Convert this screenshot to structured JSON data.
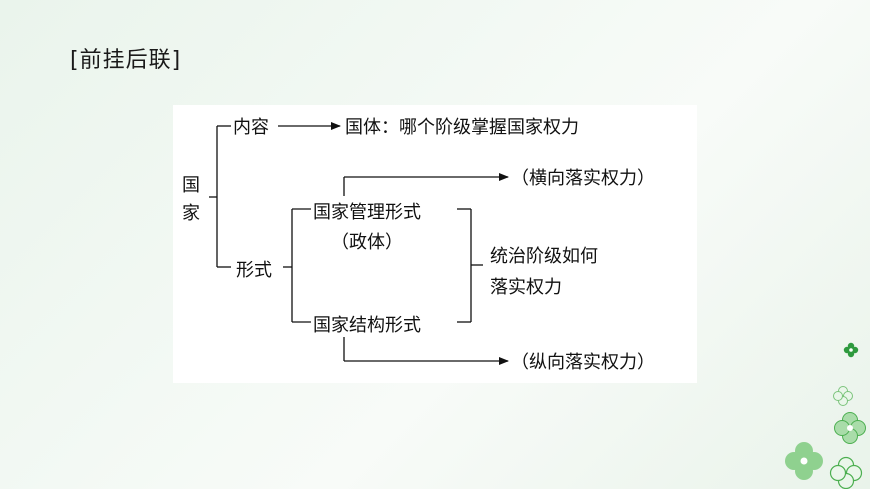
{
  "slide": {
    "title": "[前挂后联]"
  },
  "diagram": {
    "root_char_1": "国",
    "root_char_2": "家",
    "content_label": "内容",
    "content_target": "国体：哪个阶级掌握国家权力",
    "form_label": "形式",
    "governance_form_line1": "国家管理形式",
    "governance_form_line2": "（政体）",
    "structure_form": "国家结构形式",
    "horizontal_note": "（横向落实权力）",
    "vertical_note": "（纵向落实权力）",
    "purpose_line1": "统治阶级如何",
    "purpose_line2": "落实权力"
  },
  "decorations": {
    "flower_color": "#7cc47c",
    "flower_accent": "#2e9a3e",
    "icon_names": [
      "flower-icon",
      "flower-icon",
      "flower-icon",
      "flower-icon",
      "flower-icon"
    ]
  }
}
